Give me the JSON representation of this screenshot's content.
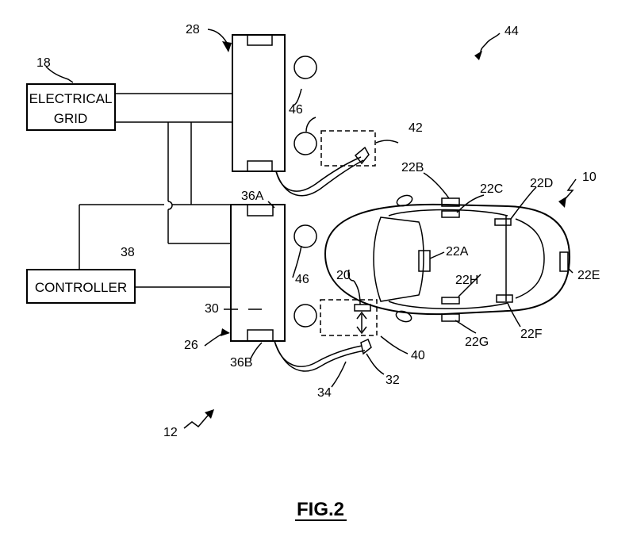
{
  "blocks": {
    "grid_line1": "ELECTRICAL",
    "grid_line2": "GRID",
    "controller": "CONTROLLER"
  },
  "refs": {
    "r18": "18",
    "r28": "28",
    "r44": "44",
    "r46a": "46",
    "r42": "42",
    "r22b": "22B",
    "r22c": "22C",
    "r22d": "22D",
    "r10": "10",
    "r36a": "36A",
    "r38": "38",
    "r22a": "22A",
    "r46b": "46",
    "r20": "20",
    "r22h": "22H",
    "r22e": "22E",
    "r30": "30",
    "r26": "26",
    "r36b": "36B",
    "r40": "40",
    "r22g": "22G",
    "r22f": "22F",
    "r34": "34",
    "r32": "32",
    "r12": "12"
  },
  "figure_label": "FIG.2"
}
